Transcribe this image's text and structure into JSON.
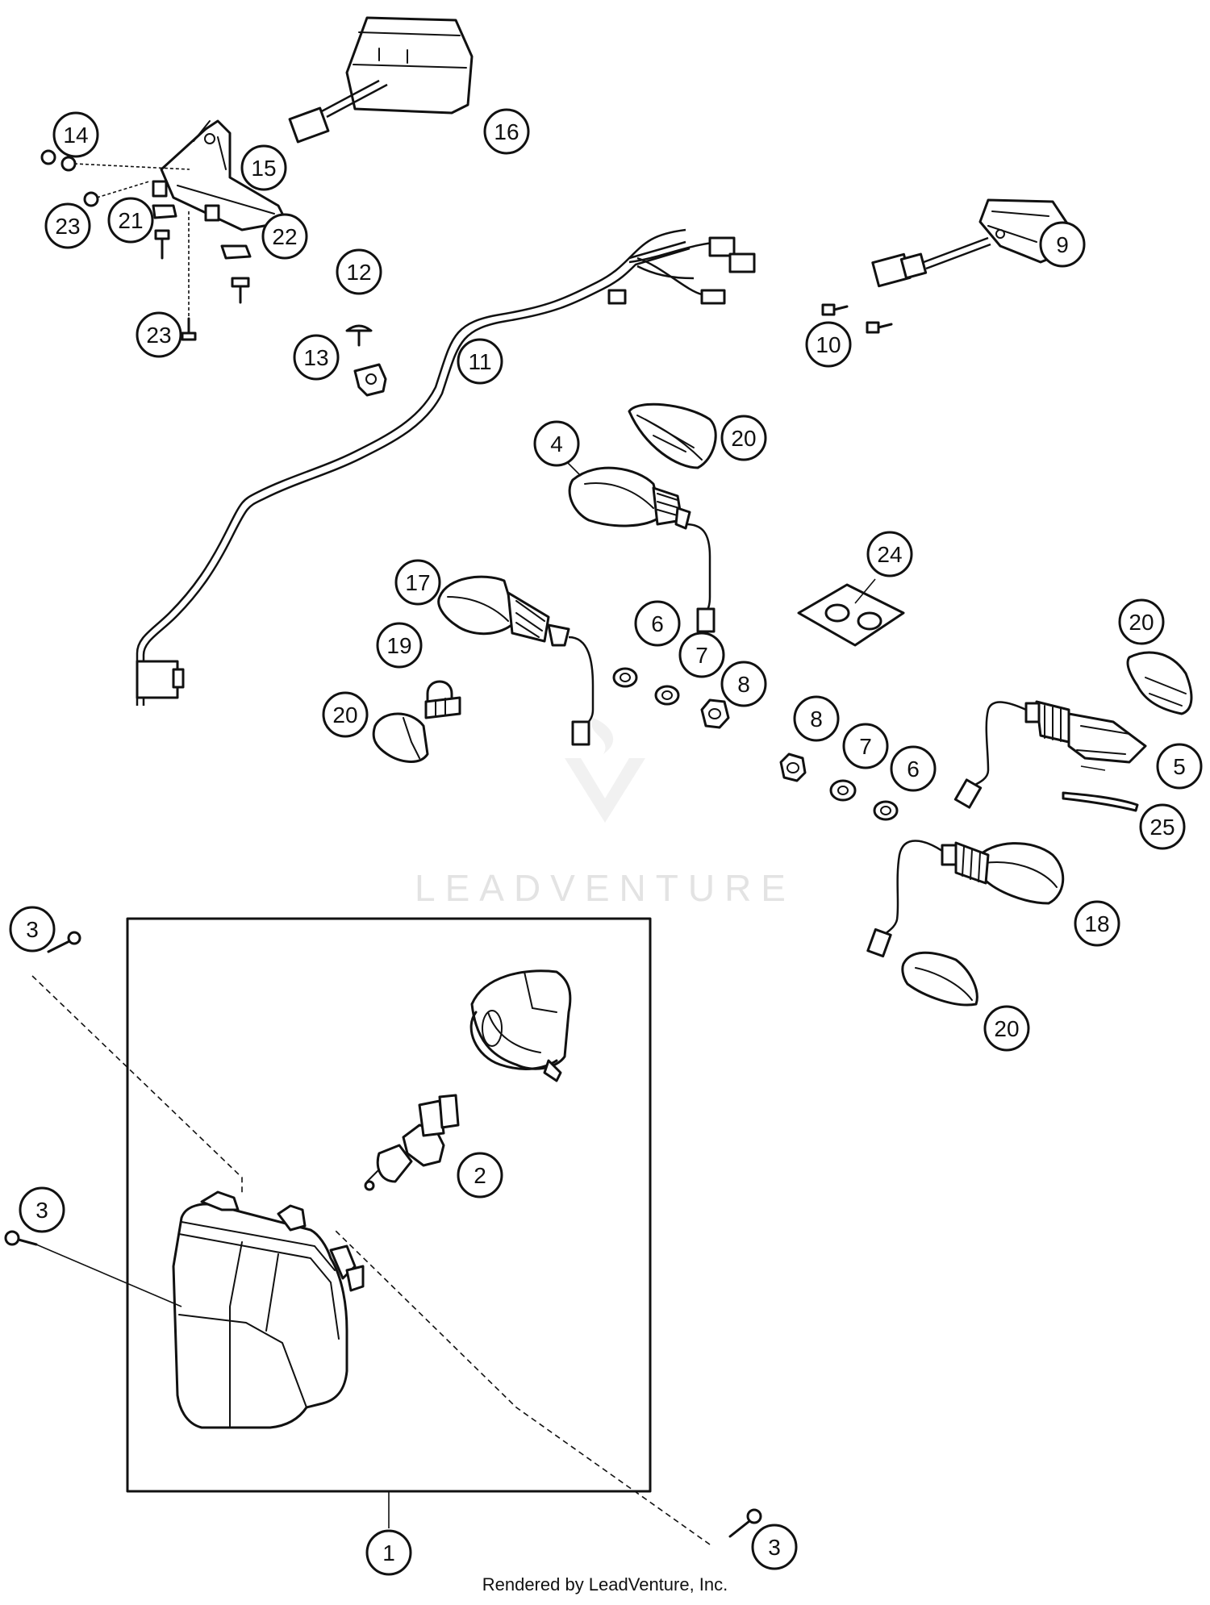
{
  "watermark": "LEADVENTURE",
  "credit": "Rendered by LeadVenture, Inc.",
  "callouts": [
    {
      "id": "c1",
      "label": "1"
    },
    {
      "id": "c2",
      "label": "2"
    },
    {
      "id": "c3a",
      "label": "3"
    },
    {
      "id": "c3b",
      "label": "3"
    },
    {
      "id": "c3c",
      "label": "3"
    },
    {
      "id": "c4",
      "label": "4"
    },
    {
      "id": "c5",
      "label": "5"
    },
    {
      "id": "c6a",
      "label": "6"
    },
    {
      "id": "c6b",
      "label": "6"
    },
    {
      "id": "c7a",
      "label": "7"
    },
    {
      "id": "c7b",
      "label": "7"
    },
    {
      "id": "c8a",
      "label": "8"
    },
    {
      "id": "c8b",
      "label": "8"
    },
    {
      "id": "c9",
      "label": "9"
    },
    {
      "id": "c10",
      "label": "10"
    },
    {
      "id": "c11",
      "label": "11"
    },
    {
      "id": "c12",
      "label": "12"
    },
    {
      "id": "c13",
      "label": "13"
    },
    {
      "id": "c14",
      "label": "14"
    },
    {
      "id": "c15",
      "label": "15"
    },
    {
      "id": "c16",
      "label": "16"
    },
    {
      "id": "c17",
      "label": "17"
    },
    {
      "id": "c18",
      "label": "18"
    },
    {
      "id": "c19",
      "label": "19"
    },
    {
      "id": "c20a",
      "label": "20"
    },
    {
      "id": "c20b",
      "label": "20"
    },
    {
      "id": "c20c",
      "label": "20"
    },
    {
      "id": "c20d",
      "label": "20"
    },
    {
      "id": "c21",
      "label": "21"
    },
    {
      "id": "c22",
      "label": "22"
    },
    {
      "id": "c23a",
      "label": "23"
    },
    {
      "id": "c23b",
      "label": "23"
    },
    {
      "id": "c24",
      "label": "24"
    },
    {
      "id": "c25",
      "label": "25"
    }
  ]
}
